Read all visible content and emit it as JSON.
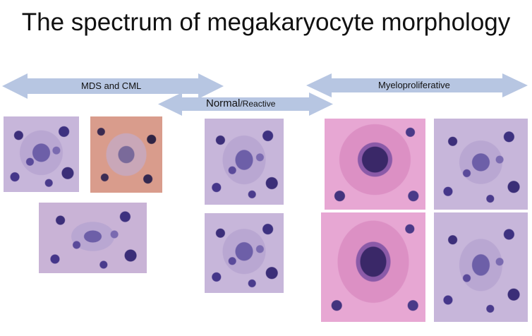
{
  "title": "The spectrum of megakaryocyte morphology",
  "arrows": {
    "mds": {
      "label": "MDS and CML"
    },
    "normal": {
      "label_main": "Normal",
      "label_sub": "/Reactive"
    },
    "myelo": {
      "label": "Myeloproliferative"
    }
  },
  "colors": {
    "arrow": "#b7c6e2"
  }
}
